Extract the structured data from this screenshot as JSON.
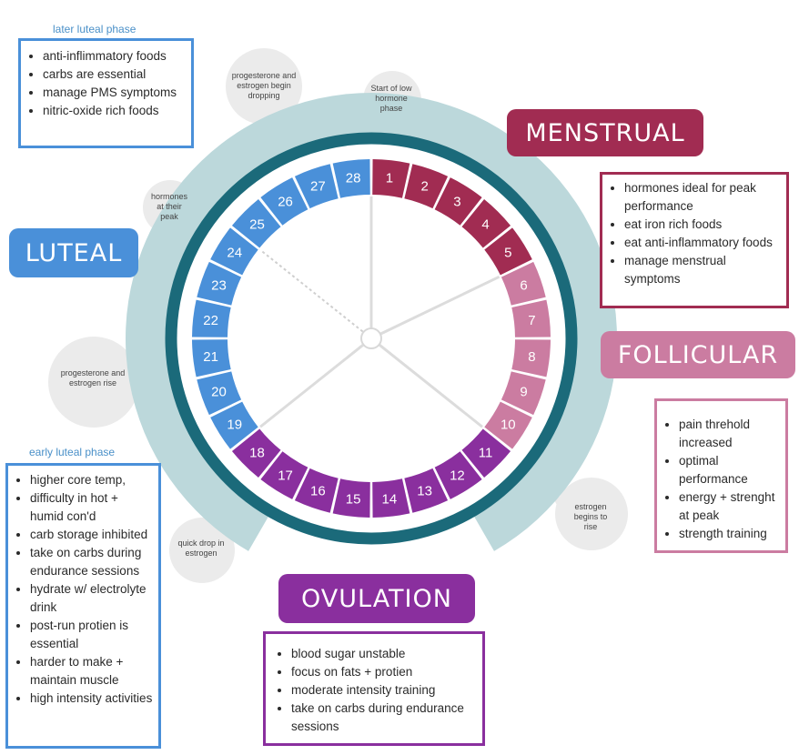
{
  "colors": {
    "menstrual": "#a12c52",
    "follicular": "#cb7ca1",
    "ovulation": "#8a2f9e",
    "luteal": "#4a90d9",
    "ring": "#1b6a7a",
    "band": "#bcd8db",
    "bubble": "#ebebeb"
  },
  "days": [
    "1",
    "2",
    "3",
    "4",
    "5",
    "6",
    "7",
    "8",
    "9",
    "10",
    "11",
    "12",
    "13",
    "14",
    "15",
    "16",
    "17",
    "18",
    "19",
    "20",
    "21",
    "22",
    "23",
    "24",
    "25",
    "26",
    "27",
    "28"
  ],
  "day_phases": [
    "menstrual",
    "menstrual",
    "menstrual",
    "menstrual",
    "menstrual",
    "follicular",
    "follicular",
    "follicular",
    "follicular",
    "follicular",
    "ovulation",
    "ovulation",
    "ovulation",
    "ovulation",
    "ovulation",
    "ovulation",
    "ovulation",
    "ovulation",
    "luteal",
    "luteal",
    "luteal",
    "luteal",
    "luteal",
    "luteal",
    "luteal",
    "luteal",
    "luteal",
    "luteal"
  ],
  "phases": {
    "menstrual": {
      "title": "MENSTRUAL",
      "items": [
        "hormones ideal for peak performance",
        "eat iron rich foods",
        "eat anti-inflammatory foods",
        "manage menstrual symptoms"
      ]
    },
    "follicular": {
      "title": "FOLLICULAR",
      "items": [
        "pain threhold increased",
        "optimal performance",
        "energy + strenght at peak",
        "strength training"
      ]
    },
    "ovulation": {
      "title": "OVULATION",
      "items": [
        "blood sugar unstable",
        "focus on fats + protien",
        "moderate intensity training",
        "take on carbs during endurance sessions"
      ]
    },
    "luteal": {
      "title": "LUTEAL",
      "later_caption": "later  luteal phase",
      "later_items": [
        "anti-inflimmatory foods",
        "carbs are essential",
        "manage PMS symptoms",
        "nitric-oxide rich foods"
      ],
      "early_caption": "early luteal phase",
      "early_items": [
        "higher core temp,",
        "difficulty in hot + humid con'd",
        "carb storage inhibited",
        "take on carbs during endurance sessions",
        "hydrate w/ electrolyte drink",
        "post-run protien is essential",
        "harder to make + maintain muscle",
        "high intensity activities"
      ]
    }
  },
  "bubbles": {
    "start": "Start of low hormone phase",
    "prog_drop": "progesterone and estrogen begin dropping",
    "peak": "hormones at their peak",
    "prog_rise": "progesterone and estrogen rise",
    "quick_drop": "quick drop in estrogen",
    "estrogen_rise": "estrogen begins to rise"
  }
}
